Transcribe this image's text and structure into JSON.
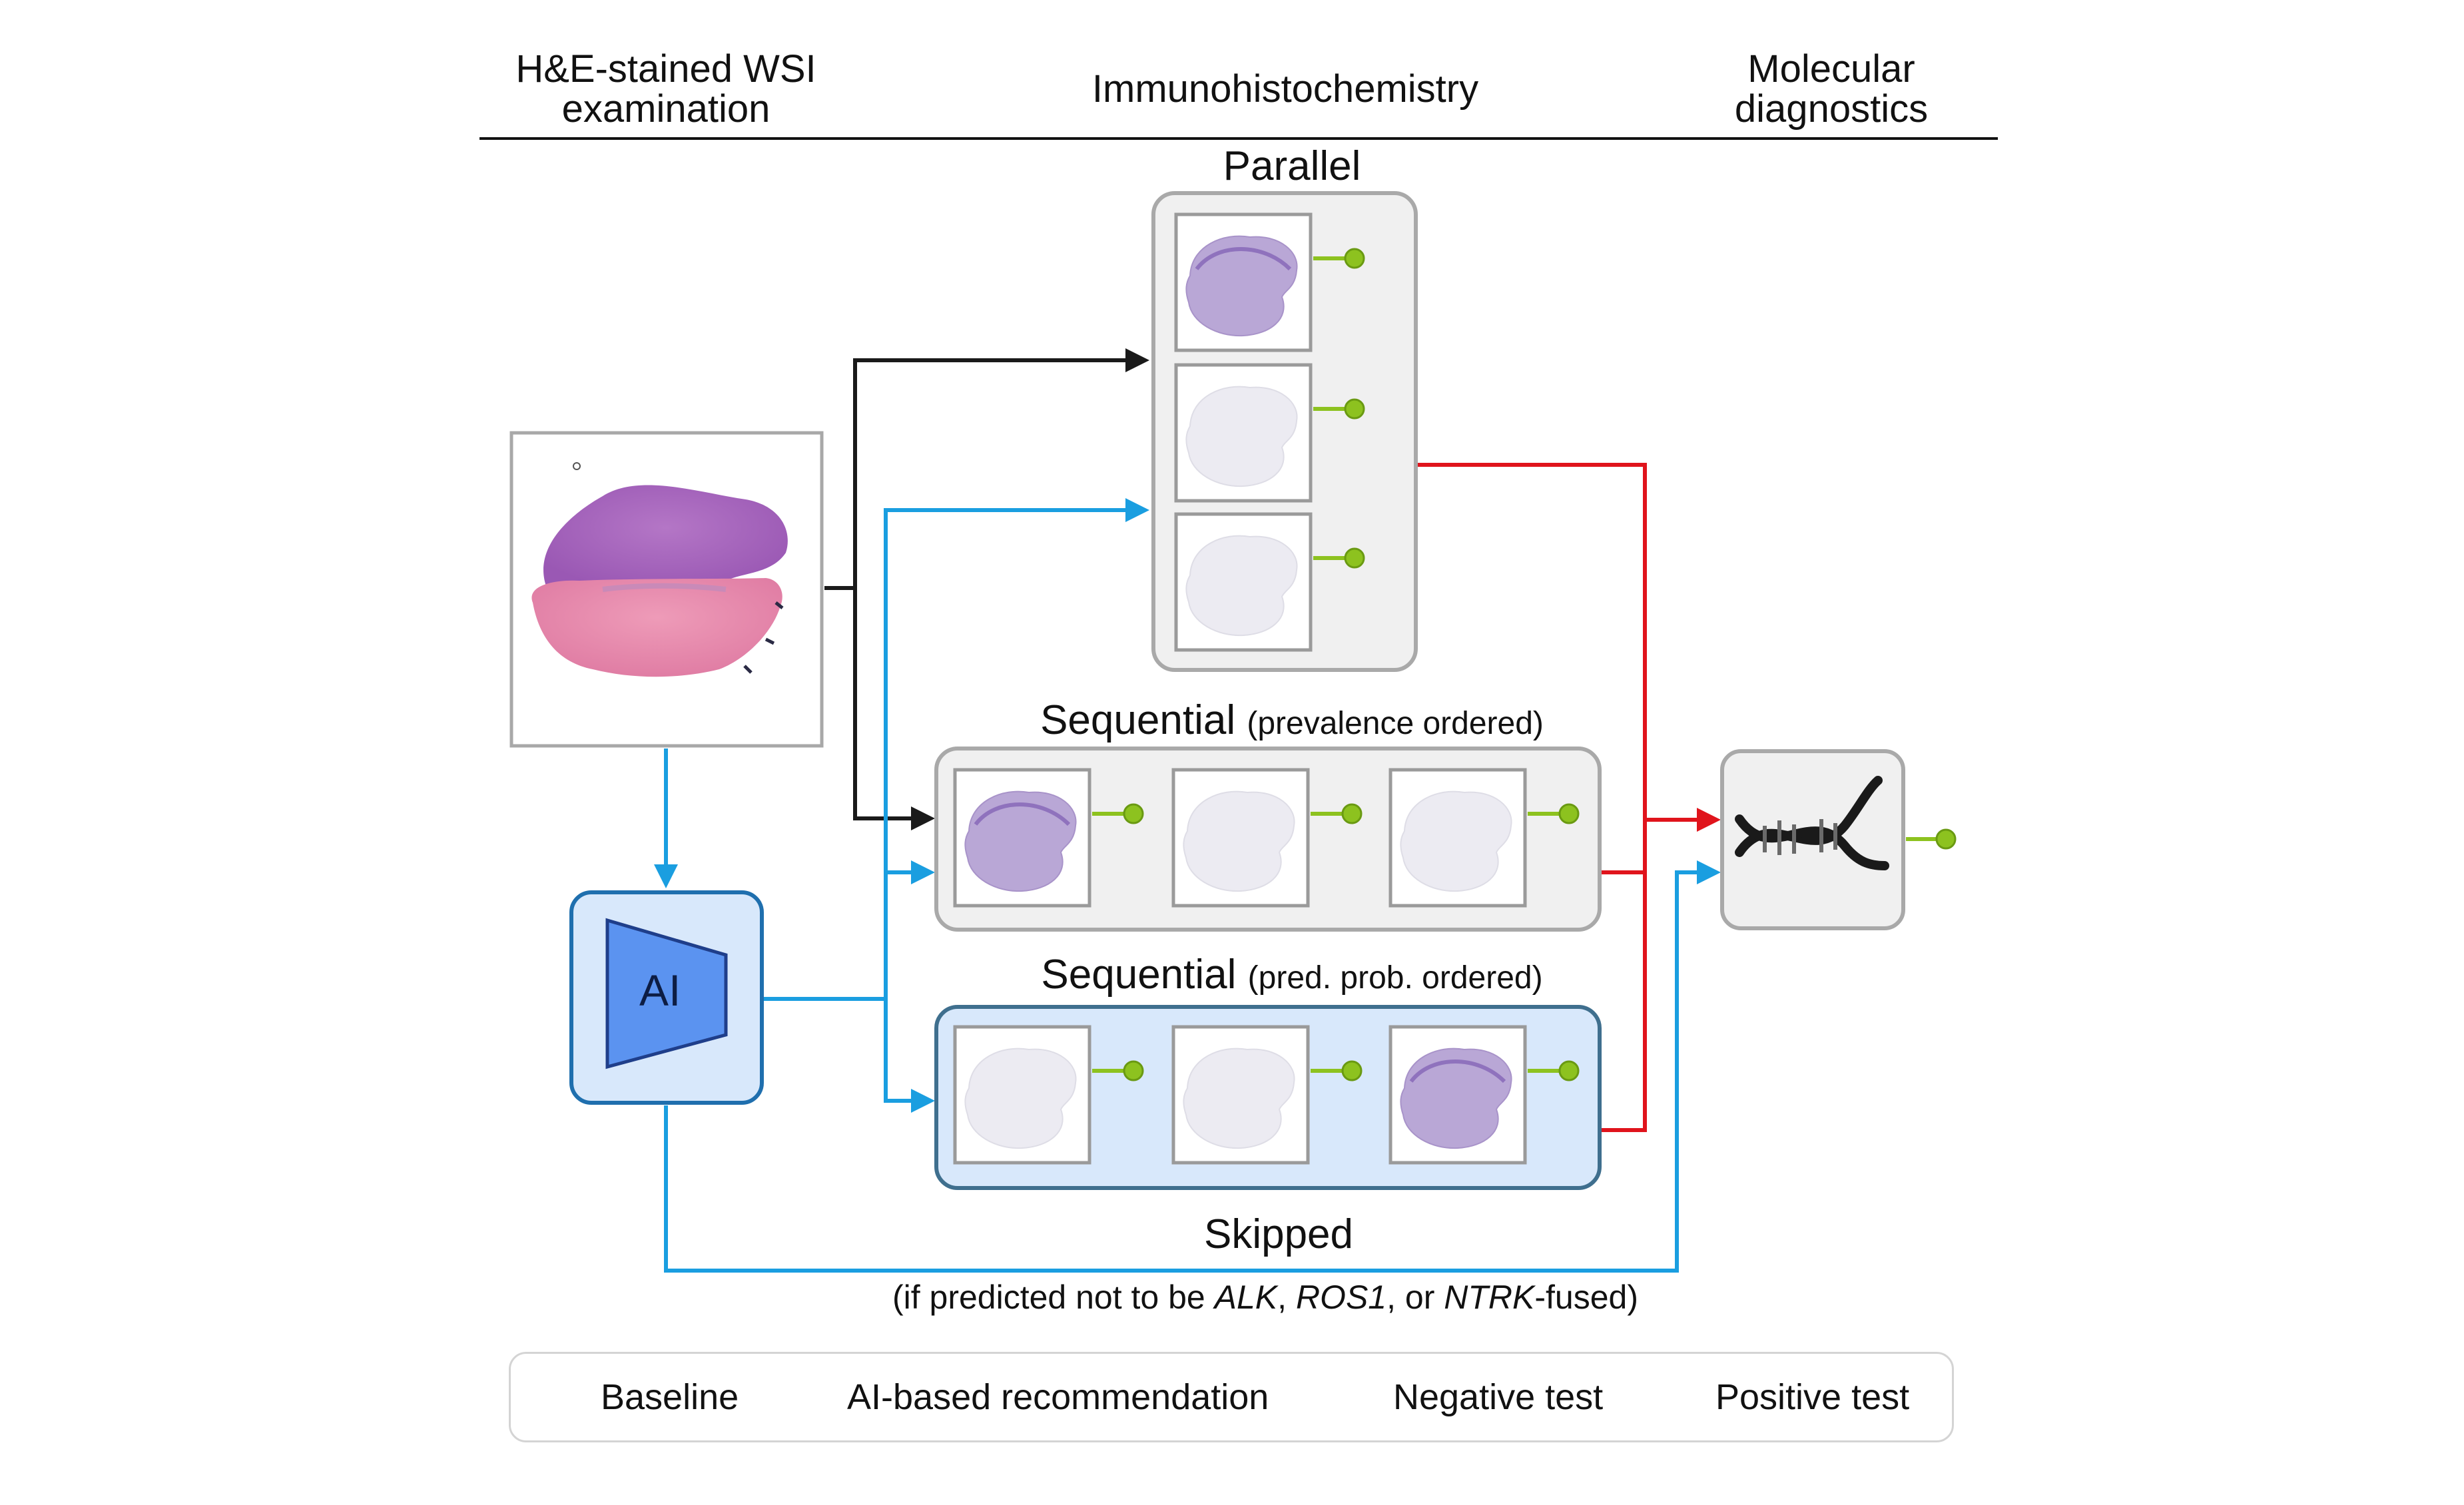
{
  "columns": {
    "he": [
      "H&E-stained WSI",
      "examination"
    ],
    "ihc": "Immunohistochemistry",
    "mol": [
      "Molecular",
      "diagnostics"
    ]
  },
  "sections": {
    "parallel": "Parallel",
    "seq_prev": {
      "title": "Sequential",
      "sub": "(prevalence ordered)"
    },
    "seq_pred": {
      "title": "Sequential",
      "sub": "(pred. prob. ordered)"
    },
    "skipped": "Skipped"
  },
  "skip_note": {
    "pre": "(if predicted not to be ",
    "alk": "ALK",
    "sep1": ", ",
    "ros1": "ROS1",
    "sep2": ", or ",
    "ntrk": "NTRK",
    "post": "-fused)"
  },
  "ai_label": "AI",
  "legend": {
    "baseline": "Baseline",
    "ai": "AI-based recommendation",
    "negative": "Negative test",
    "positive": "Positive test"
  },
  "colors": {
    "baseline": "#1a1a1a",
    "ai": "#1a9ee0",
    "negative": "#e0141c",
    "positive": "#8dc21f",
    "box_gray": "#f0f0f0",
    "box_blue": "#d8e8fb"
  },
  "icons": [
    "dna-icon",
    "ai-model-icon",
    "tissue-slide-icon"
  ]
}
